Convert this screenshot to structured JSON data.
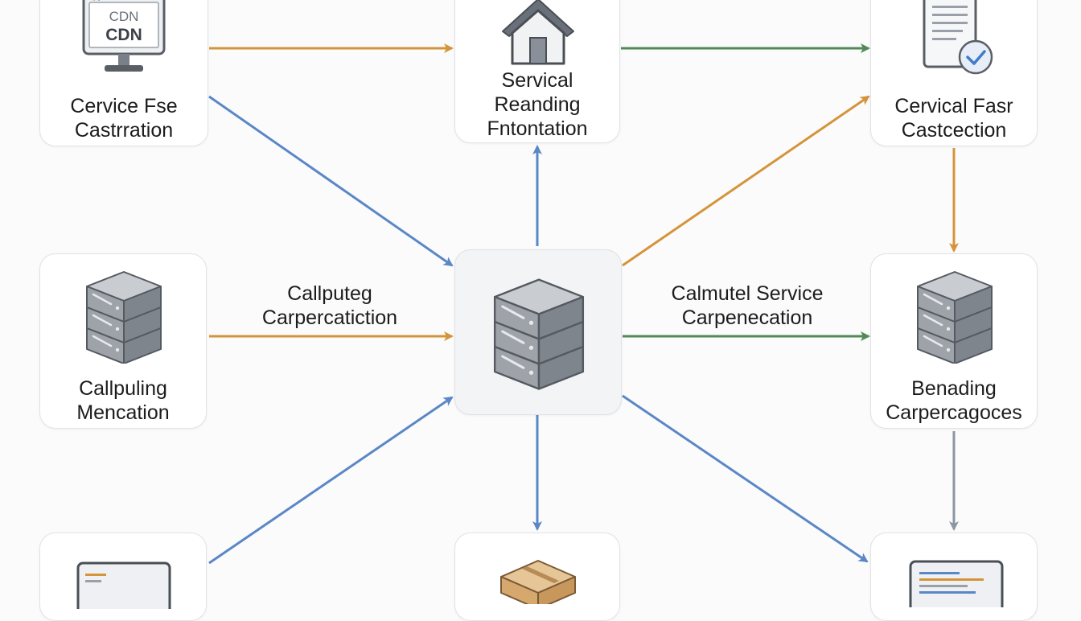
{
  "colors": {
    "orange": "#d4943a",
    "green": "#4f8a58",
    "blue": "#5a87c6",
    "gray": "#8c95a3",
    "check": "#3f7dc9"
  },
  "nodes": {
    "cdn": {
      "icon": "monitor-cdn-icon",
      "screen_text_top": "CDN",
      "screen_text_bottom": "CDN",
      "label": [
        "Cervice Fse",
        "Castrration"
      ]
    },
    "home": {
      "icon": "house-icon",
      "label": [
        "Servical",
        "Reanding",
        "Fntontation"
      ]
    },
    "doc": {
      "icon": "document-check-icon",
      "label": [
        "Cervical Fasr",
        "Castcection"
      ]
    },
    "left_server": {
      "icon": "server-stack-icon",
      "label": [
        "Callpuling",
        "Mencation"
      ]
    },
    "hub": {
      "icon": "server-stack-icon"
    },
    "right_server": {
      "icon": "server-stack-icon",
      "label": [
        "Benading",
        "Carpercagoces"
      ]
    },
    "bottom_left": {
      "icon": "laptop-icon"
    },
    "bottom_mid": {
      "icon": "box-icon"
    },
    "bottom_right": {
      "icon": "code-window-icon"
    }
  },
  "edge_labels": {
    "left_to_hub": [
      "Callputeg",
      "Carpercatiction"
    ],
    "hub_to_right": [
      "Calmutel Service",
      "Carpenecation"
    ]
  }
}
